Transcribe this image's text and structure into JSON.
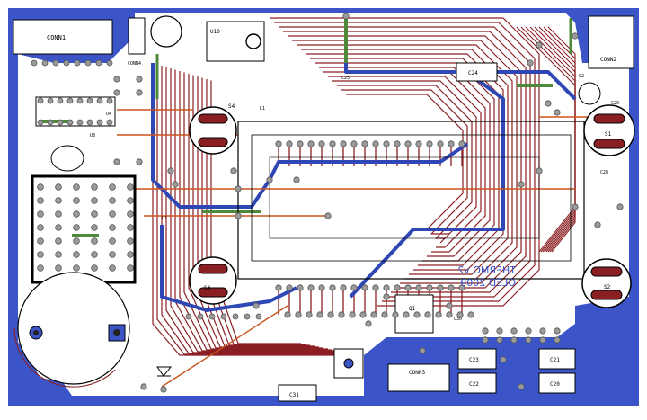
{
  "colors": {
    "background": "#ffffff",
    "ground_plane": "#3b55c8",
    "bottom_trace": "#8a1f22",
    "top_trace": "#c8551e",
    "jumper": "#4f8a3a",
    "via": "#9a9a9a",
    "silkscreen": "#000000",
    "ic_fill": "#d8d8d8"
  },
  "component_labels": {
    "conn1": "CONN1",
    "conn2": "CONN2",
    "conn3": "CONN3",
    "conn4": "CONN4",
    "u10": "U10",
    "u8": "U8",
    "u4": "U4",
    "u1": "U1",
    "s1": "S1",
    "s2": "S2",
    "s3": "S3",
    "s4": "S4",
    "c23": "C23",
    "c22": "C22",
    "c21": "C21",
    "c20": "C20",
    "c24": "C24",
    "c25": "C25",
    "c28": "C28",
    "c29": "C29",
    "q1": "Q1",
    "q2": "Q2",
    "c30": "C30",
    "l1": "L1",
    "c31": "C31"
  },
  "board_text": {
    "line1": "THERMO v2",
    "line2": "OLED 2009"
  }
}
